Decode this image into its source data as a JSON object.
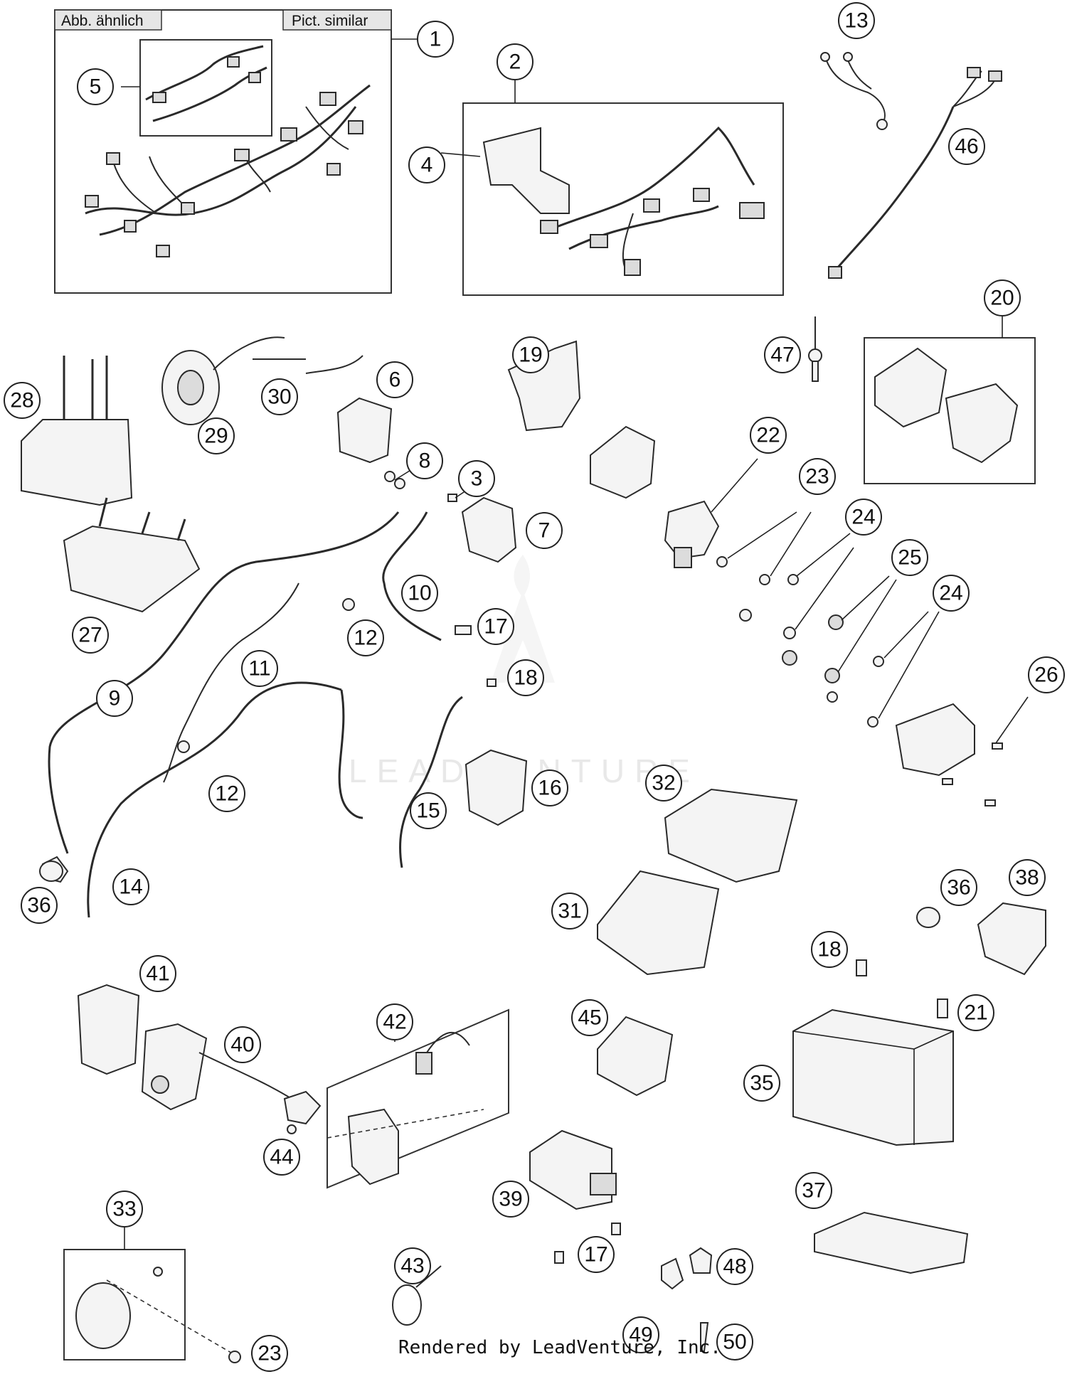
{
  "labels": {
    "tab_left": "Abb. ähnlich",
    "tab_right": "Pict. similar",
    "watermark": "LEADVENTURE",
    "footer": "Rendered by LeadVenture, Inc."
  },
  "callouts": [
    "1",
    "2",
    "3",
    "4",
    "5",
    "6",
    "7",
    "8",
    "9",
    "10",
    "11",
    "12",
    "12b",
    "13",
    "14",
    "15",
    "16",
    "17",
    "17b",
    "18",
    "18b",
    "19",
    "20",
    "21",
    "22",
    "23",
    "23b",
    "24",
    "24b",
    "25",
    "26",
    "27",
    "28",
    "29",
    "30",
    "31",
    "32",
    "33",
    "35",
    "36",
    "36b",
    "37",
    "38",
    "39",
    "40",
    "41",
    "42",
    "43",
    "44",
    "45",
    "46",
    "47",
    "48",
    "49",
    "50"
  ],
  "callout_text": {
    "1": "1",
    "2": "2",
    "3": "3",
    "4": "4",
    "5": "5",
    "6": "6",
    "7": "7",
    "8": "8",
    "9": "9",
    "10": "10",
    "11": "11",
    "12": "12",
    "12b": "12",
    "13": "13",
    "14": "14",
    "15": "15",
    "16": "16",
    "17": "17",
    "17b": "17",
    "18": "18",
    "18b": "18",
    "19": "19",
    "20": "20",
    "21": "21",
    "22": "22",
    "23": "23",
    "23b": "23",
    "24": "24",
    "24b": "24",
    "25": "25",
    "26": "26",
    "27": "27",
    "28": "28",
    "29": "29",
    "30": "30",
    "31": "31",
    "32": "32",
    "33": "33",
    "35": "35",
    "36": "36",
    "36b": "36",
    "37": "37",
    "38": "38",
    "39": "39",
    "40": "40",
    "41": "41",
    "42": "42",
    "43": "43",
    "44": "44",
    "45": "45",
    "46": "46",
    "47": "47",
    "48": "48",
    "49": "49",
    "50": "50"
  }
}
